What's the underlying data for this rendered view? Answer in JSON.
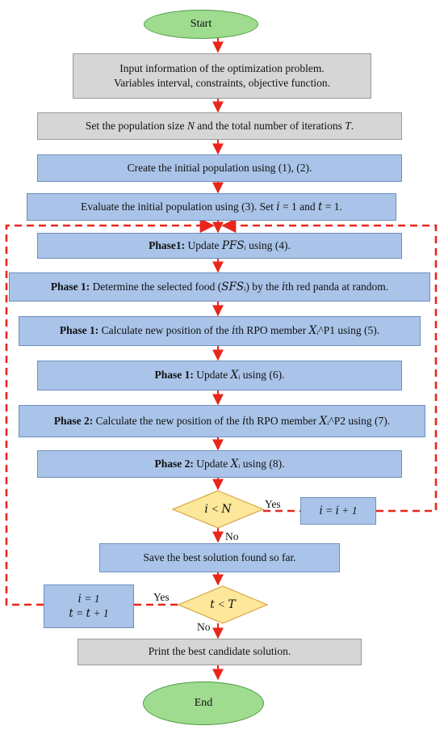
{
  "start": "Start",
  "end": "End",
  "input_box": {
    "line1": "Input information of the optimization problem.",
    "line2": "Variables interval, constraints, objective function."
  },
  "population_box": {
    "pre": "Set the population size ",
    "var_n": "N",
    "mid": " and the total number of iterations ",
    "var_t": "T",
    "post": "."
  },
  "create_box": "Create the initial population using (1), (2).",
  "evaluate_box": "Evaluate the initial population using (3). Set 𝑖 = 1 and 𝑡 = 1.",
  "phase_steps": [
    {
      "bold": "Phase1:",
      "text": " Update 𝑃𝐹𝑆ᵢ using (4)."
    },
    {
      "bold": "Phase 1:",
      "text": " Determine the selected food (𝑆𝐹𝑆ᵢ) by the 𝑖th red panda at random."
    },
    {
      "bold": "Phase 1:",
      "text": " Calculate new position of the 𝑖th RPO member 𝑋ᵢ^P1 using (5)."
    },
    {
      "bold": "Phase 1:",
      "text": " Update 𝑋ᵢ using (6)."
    },
    {
      "bold": "Phase 2:",
      "text": " Calculate the new position of the 𝑖th RPO member 𝑋ᵢ^P2 using (7)."
    },
    {
      "bold": "Phase 2:",
      "text": " Update 𝑋ᵢ using (8)."
    }
  ],
  "decision_inner": "𝑖 < 𝑁",
  "decision_outer": "𝑡 < 𝑇",
  "increment_i": "𝑖 = 𝑖 + 1",
  "reset_i": "𝑖 = 1",
  "increment_t": "𝑡 = 𝑡 + 1",
  "yes_label": "Yes",
  "no_label": "No",
  "save_box": "Save the best solution found so far.",
  "print_box": "Print the best candidate solution.",
  "colors": {
    "arrow": "#e8261c",
    "gray_box": "#d6d6d6",
    "blue_box": "#a9c4e8",
    "terminal": "#9fdc8f",
    "decision": "#fde79a"
  }
}
